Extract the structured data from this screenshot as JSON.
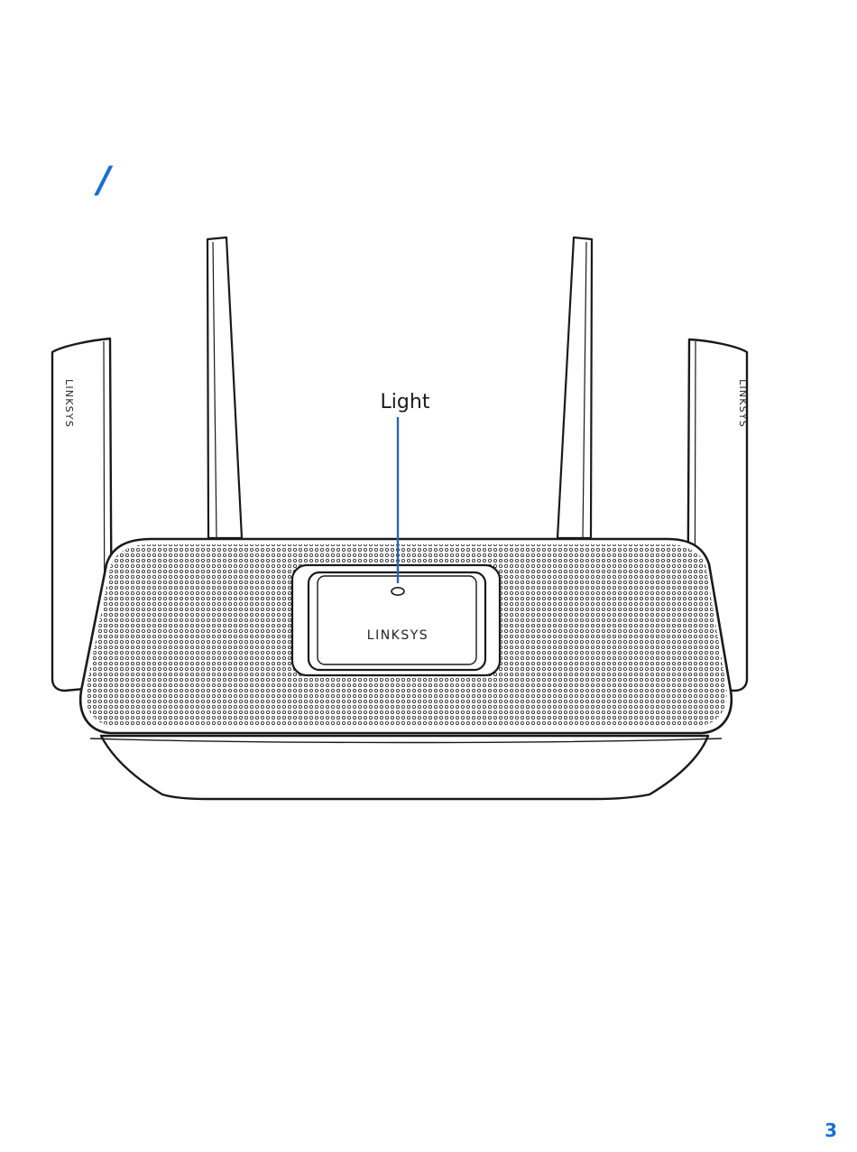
{
  "heading": {
    "mark": "/"
  },
  "figure": {
    "callout_label": "Light",
    "brand_top": "LINKSYS",
    "brand_left_antenna": "LINKSYS",
    "brand_right_antenna": "LINKSYS",
    "callout_color": "#2a64b8"
  },
  "page": {
    "number": "3",
    "accent_color": "#1b6fd1"
  }
}
